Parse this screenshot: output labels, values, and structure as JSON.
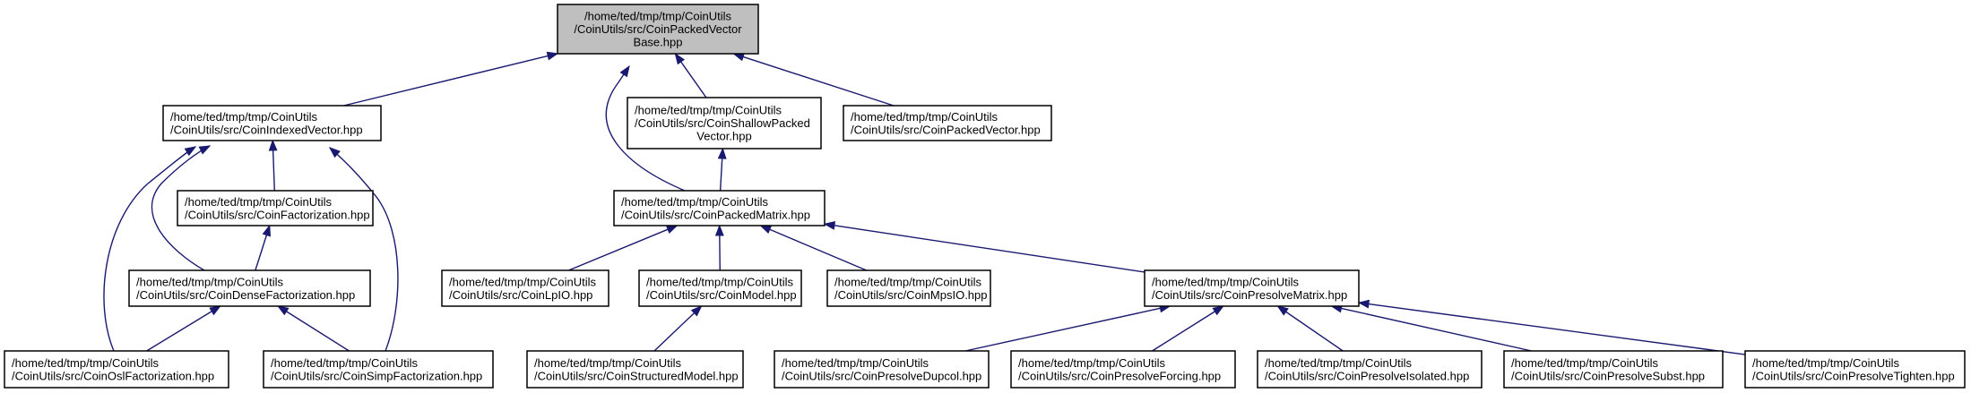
{
  "colors": {
    "edge": "#191970",
    "root_fill": "#bfbfbf",
    "node_fill": "#ffffff",
    "node_border": "#000000"
  },
  "nodes": [
    {
      "id": "root",
      "lines": [
        "/home/ted/tmp/tmp/CoinUtils",
        "/CoinUtils/src/CoinPackedVector",
        "Base.hpp"
      ],
      "root": true
    },
    {
      "id": "indexed",
      "lines": [
        "/home/ted/tmp/tmp/CoinUtils",
        "/CoinUtils/src/CoinIndexedVector.hpp"
      ]
    },
    {
      "id": "shallow",
      "lines": [
        "/home/ted/tmp/tmp/CoinUtils",
        "/CoinUtils/src/CoinShallowPacked",
        "Vector.hpp"
      ]
    },
    {
      "id": "packedvector",
      "lines": [
        "/home/ted/tmp/tmp/CoinUtils",
        "/CoinUtils/src/CoinPackedVector.hpp"
      ]
    },
    {
      "id": "factorization",
      "lines": [
        "/home/ted/tmp/tmp/CoinUtils",
        "/CoinUtils/src/CoinFactorization.hpp"
      ]
    },
    {
      "id": "packedmatrix",
      "lines": [
        "/home/ted/tmp/tmp/CoinUtils",
        "/CoinUtils/src/CoinPackedMatrix.hpp"
      ]
    },
    {
      "id": "densefact",
      "lines": [
        "/home/ted/tmp/tmp/CoinUtils",
        "/CoinUtils/src/CoinDenseFactorization.hpp"
      ]
    },
    {
      "id": "lpio",
      "lines": [
        "/home/ted/tmp/tmp/CoinUtils",
        "/CoinUtils/src/CoinLpIO.hpp"
      ]
    },
    {
      "id": "model",
      "lines": [
        "/home/ted/tmp/tmp/CoinUtils",
        "/CoinUtils/src/CoinModel.hpp"
      ]
    },
    {
      "id": "mpsio",
      "lines": [
        "/home/ted/tmp/tmp/CoinUtils",
        "/CoinUtils/src/CoinMpsIO.hpp"
      ]
    },
    {
      "id": "presolvematrix",
      "lines": [
        "/home/ted/tmp/tmp/CoinUtils",
        "/CoinUtils/src/CoinPresolveMatrix.hpp"
      ]
    },
    {
      "id": "oslfact",
      "lines": [
        "/home/ted/tmp/tmp/CoinUtils",
        "/CoinUtils/src/CoinOslFactorization.hpp"
      ]
    },
    {
      "id": "simpfact",
      "lines": [
        "/home/ted/tmp/tmp/CoinUtils",
        "/CoinUtils/src/CoinSimpFactorization.hpp"
      ]
    },
    {
      "id": "structured",
      "lines": [
        "/home/ted/tmp/tmp/CoinUtils",
        "/CoinUtils/src/CoinStructuredModel.hpp"
      ]
    },
    {
      "id": "dupcol",
      "lines": [
        "/home/ted/tmp/tmp/CoinUtils",
        "/CoinUtils/src/CoinPresolveDupcol.hpp"
      ]
    },
    {
      "id": "forcing",
      "lines": [
        "/home/ted/tmp/tmp/CoinUtils",
        "/CoinUtils/src/CoinPresolveForcing.hpp"
      ]
    },
    {
      "id": "isolated",
      "lines": [
        "/home/ted/tmp/tmp/CoinUtils",
        "/CoinUtils/src/CoinPresolveIsolated.hpp"
      ]
    },
    {
      "id": "subst",
      "lines": [
        "/home/ted/tmp/tmp/CoinUtils",
        "/CoinUtils/src/CoinPresolveSubst.hpp"
      ]
    },
    {
      "id": "tighten",
      "lines": [
        "/home/ted/tmp/tmp/CoinUtils",
        "/CoinUtils/src/CoinPresolveTighten.hpp"
      ]
    }
  ],
  "edges": [
    {
      "from": "indexed",
      "to": "root"
    },
    {
      "from": "packedmatrix",
      "to": "root"
    },
    {
      "from": "shallow",
      "to": "root"
    },
    {
      "from": "packedvector",
      "to": "root"
    },
    {
      "from": "factorization",
      "to": "indexed"
    },
    {
      "from": "densefact",
      "to": "indexed"
    },
    {
      "from": "oslfact",
      "to": "indexed"
    },
    {
      "from": "simpfact",
      "to": "indexed"
    },
    {
      "from": "densefact",
      "to": "factorization"
    },
    {
      "from": "oslfact",
      "to": "densefact"
    },
    {
      "from": "simpfact",
      "to": "densefact"
    },
    {
      "from": "packedmatrix",
      "to": "shallow"
    },
    {
      "from": "lpio",
      "to": "packedmatrix"
    },
    {
      "from": "model",
      "to": "packedmatrix"
    },
    {
      "from": "mpsio",
      "to": "packedmatrix"
    },
    {
      "from": "presolvematrix",
      "to": "packedmatrix"
    },
    {
      "from": "structured",
      "to": "model"
    },
    {
      "from": "dupcol",
      "to": "presolvematrix"
    },
    {
      "from": "forcing",
      "to": "presolvematrix"
    },
    {
      "from": "isolated",
      "to": "presolvematrix"
    },
    {
      "from": "subst",
      "to": "presolvematrix"
    },
    {
      "from": "tighten",
      "to": "presolvematrix"
    }
  ]
}
